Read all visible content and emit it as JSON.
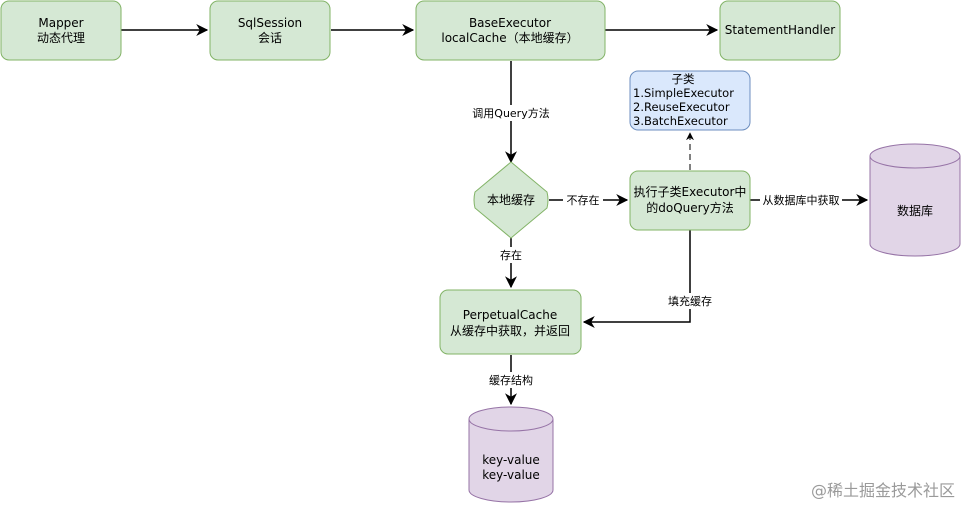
{
  "colors": {
    "green_fill": "#d5e8d4",
    "green_stroke": "#82b366",
    "blue_fill": "#dae8fc",
    "blue_stroke": "#6c8ebf",
    "purple_fill": "#e1d5e7",
    "purple_stroke": "#9673a6",
    "edge": "#000000"
  },
  "nodes": {
    "mapper": [
      "Mapper",
      "动态代理"
    ],
    "sqlsession": [
      "SqlSession",
      "会话"
    ],
    "base_executor": [
      "BaseExecutor",
      "localCache（本地缓存）"
    ],
    "statement_handler": [
      "StatementHandler"
    ],
    "decision": [
      "本地缓存"
    ],
    "sub_executor": [
      "执行子类Executor中",
      "的doQuery方法"
    ],
    "perpetual_cache": [
      "PerpetualCache",
      "从缓存中获取，并返回"
    ],
    "database": [
      "数据库"
    ],
    "kv_store": [
      "key-value",
      "key-value"
    ],
    "subclass_note": [
      "子类",
      "1.SimpleExecutor",
      "2.ReuseExecutor",
      "3.BatchExecutor"
    ]
  },
  "edge_labels": {
    "call_query": "调用Query方法",
    "not_exist": "不存在",
    "exist": "存在",
    "fetch_from_db": "从数据库中获取",
    "fill_cache": "填充缓存",
    "cache_structure": "缓存结构"
  },
  "watermark": "@稀土掘金技术社区"
}
